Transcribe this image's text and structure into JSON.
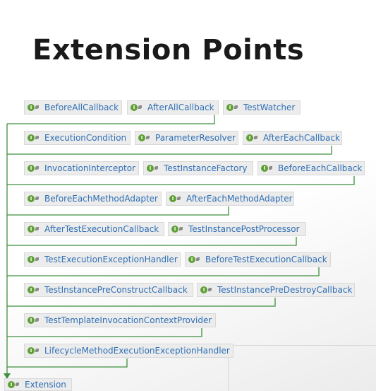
{
  "title": "Extension Points",
  "target": {
    "label": "Extension"
  },
  "interfaces": [
    {
      "label": "BeforeAllCallback"
    },
    {
      "label": "AfterAllCallback"
    },
    {
      "label": "TestWatcher"
    },
    {
      "label": "ExecutionCondition"
    },
    {
      "label": "ParameterResolver"
    },
    {
      "label": "AfterEachCallback"
    },
    {
      "label": "InvocationInterceptor"
    },
    {
      "label": "TestInstanceFactory"
    },
    {
      "label": "BeforeEachCallback"
    },
    {
      "label": "BeforeEachMethodAdapter"
    },
    {
      "label": "AfterEachMethodAdapter"
    },
    {
      "label": "AfterTestExecutionCallback"
    },
    {
      "label": "TestInstancePostProcessor"
    },
    {
      "label": "TestExecutionExceptionHandler"
    },
    {
      "label": "BeforeTestExecutionCallback"
    },
    {
      "label": "TestInstancePreConstructCallback"
    },
    {
      "label": "TestInstancePreDestroyCallback"
    },
    {
      "label": "TestTemplateInvocationContextProvider"
    },
    {
      "label": "LifecycleMethodExecutionExceptionHandler"
    }
  ],
  "icon": {
    "name": "interface-icon",
    "glyph": "I",
    "color": "#5fa035"
  },
  "colors": {
    "label": "#2f6fb5",
    "wire": "#3f8f3f",
    "node_bg": "#ececec"
  }
}
